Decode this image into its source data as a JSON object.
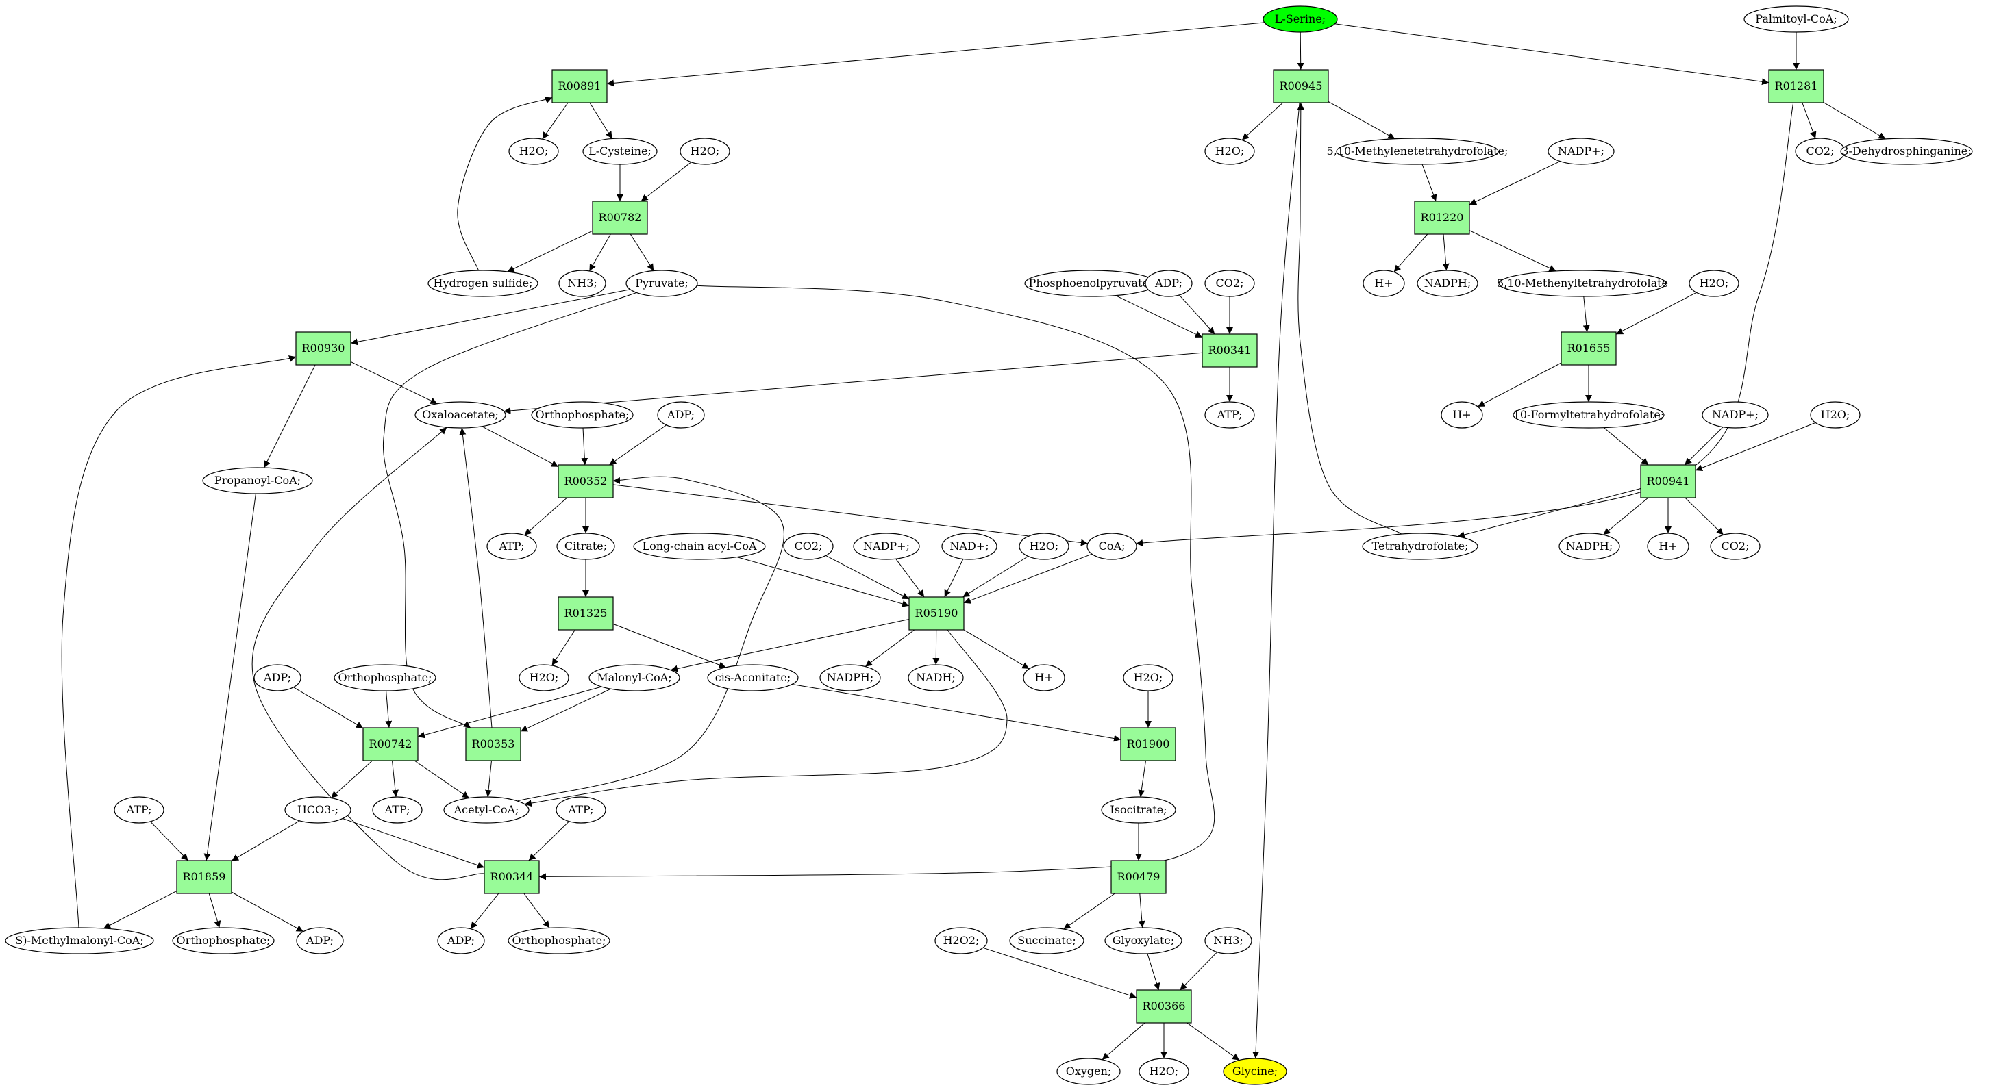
{
  "colors": {
    "reaction_fill": "#98fb98",
    "metabolite_fill": "#ffffff",
    "source_fill": "#00ff00",
    "target_fill": "#ffff00",
    "edge": "#000000"
  },
  "nodes": [
    {
      "id": "lser",
      "kind": "metabolite",
      "label": "L-Serine;",
      "role": "source"
    },
    {
      "id": "pal",
      "kind": "metabolite",
      "label": "Palmitoyl-CoA;"
    },
    {
      "id": "r00891",
      "kind": "reaction",
      "label": "R00891"
    },
    {
      "id": "r00945",
      "kind": "reaction",
      "label": "R00945"
    },
    {
      "id": "r01281",
      "kind": "reaction",
      "label": "R01281"
    },
    {
      "id": "h2o_a",
      "kind": "metabolite",
      "label": "H2O;"
    },
    {
      "id": "lcys",
      "kind": "metabolite",
      "label": "L-Cysteine;"
    },
    {
      "id": "h2o_b",
      "kind": "metabolite",
      "label": "H2O;"
    },
    {
      "id": "h2o_c",
      "kind": "metabolite",
      "label": "H2O;"
    },
    {
      "id": "mthf",
      "kind": "metabolite",
      "label": "5,10-Methylenetetrahydrofolate;"
    },
    {
      "id": "nadp_a",
      "kind": "metabolite",
      "label": "NADP+;"
    },
    {
      "id": "co2_a",
      "kind": "metabolite",
      "label": "CO2;"
    },
    {
      "id": "dhs",
      "kind": "metabolite",
      "label": "3-Dehydrosphinganine;"
    },
    {
      "id": "r00782",
      "kind": "reaction",
      "label": "R00782"
    },
    {
      "id": "r01220",
      "kind": "reaction",
      "label": "R01220"
    },
    {
      "id": "hs",
      "kind": "metabolite",
      "label": "Hydrogen sulfide;"
    },
    {
      "id": "nh3_a",
      "kind": "metabolite",
      "label": "NH3;"
    },
    {
      "id": "pyr",
      "kind": "metabolite",
      "label": "Pyruvate;"
    },
    {
      "id": "pep",
      "kind": "metabolite",
      "label": "Phosphoenolpyruvate;"
    },
    {
      "id": "adp_a",
      "kind": "metabolite",
      "label": "ADP;"
    },
    {
      "id": "co2_b",
      "kind": "metabolite",
      "label": "CO2;"
    },
    {
      "id": "hp_a",
      "kind": "metabolite",
      "label": "H+"
    },
    {
      "id": "nadph_a",
      "kind": "metabolite",
      "label": "NADPH;"
    },
    {
      "id": "methf",
      "kind": "metabolite",
      "label": "5,10-Methenyltetrahydrofolate"
    },
    {
      "id": "h2o_d",
      "kind": "metabolite",
      "label": "H2O;"
    },
    {
      "id": "r00930",
      "kind": "reaction",
      "label": "R00930"
    },
    {
      "id": "r00341",
      "kind": "reaction",
      "label": "R00341"
    },
    {
      "id": "r01655",
      "kind": "reaction",
      "label": "R01655"
    },
    {
      "id": "oaa",
      "kind": "metabolite",
      "label": "Oxaloacetate;"
    },
    {
      "id": "pi_a",
      "kind": "metabolite",
      "label": "Orthophosphate;"
    },
    {
      "id": "adp_b",
      "kind": "metabolite",
      "label": "ADP;"
    },
    {
      "id": "atp_a",
      "kind": "metabolite",
      "label": "ATP;"
    },
    {
      "id": "hp_b",
      "kind": "metabolite",
      "label": "H+"
    },
    {
      "id": "fthf",
      "kind": "metabolite",
      "label": "10-Formyltetrahydrofolate;"
    },
    {
      "id": "nadp_b",
      "kind": "metabolite",
      "label": "NADP+;"
    },
    {
      "id": "h2o_e",
      "kind": "metabolite",
      "label": "H2O;"
    },
    {
      "id": "propcoa",
      "kind": "metabolite",
      "label": "Propanoyl-CoA;"
    },
    {
      "id": "r00352",
      "kind": "reaction",
      "label": "R00352"
    },
    {
      "id": "r00941",
      "kind": "reaction",
      "label": "R00941"
    },
    {
      "id": "atp_b",
      "kind": "metabolite",
      "label": "ATP;"
    },
    {
      "id": "cit",
      "kind": "metabolite",
      "label": "Citrate;"
    },
    {
      "id": "lcacoa",
      "kind": "metabolite",
      "label": "Long-chain acyl-CoA"
    },
    {
      "id": "co2_c",
      "kind": "metabolite",
      "label": "CO2;"
    },
    {
      "id": "nadp_c",
      "kind": "metabolite",
      "label": "NADP+;"
    },
    {
      "id": "nad",
      "kind": "metabolite",
      "label": "NAD+;"
    },
    {
      "id": "h2o_f",
      "kind": "metabolite",
      "label": "H2O;"
    },
    {
      "id": "coa",
      "kind": "metabolite",
      "label": "CoA;"
    },
    {
      "id": "thf",
      "kind": "metabolite",
      "label": "Tetrahydrofolate;"
    },
    {
      "id": "nadph_b",
      "kind": "metabolite",
      "label": "NADPH;"
    },
    {
      "id": "hp_c",
      "kind": "metabolite",
      "label": "H+"
    },
    {
      "id": "co2_d",
      "kind": "metabolite",
      "label": "CO2;"
    },
    {
      "id": "r01325",
      "kind": "reaction",
      "label": "R01325"
    },
    {
      "id": "r05190",
      "kind": "reaction",
      "label": "R05190"
    },
    {
      "id": "adp_c",
      "kind": "metabolite",
      "label": "ADP;"
    },
    {
      "id": "pi_b",
      "kind": "metabolite",
      "label": "Orthophosphate;"
    },
    {
      "id": "h2o_g",
      "kind": "metabolite",
      "label": "H2O;"
    },
    {
      "id": "malcoa",
      "kind": "metabolite",
      "label": "Malonyl-CoA;"
    },
    {
      "id": "cisaco",
      "kind": "metabolite",
      "label": "cis-Aconitate;"
    },
    {
      "id": "nadph_c",
      "kind": "metabolite",
      "label": "NADPH;"
    },
    {
      "id": "nadh",
      "kind": "metabolite",
      "label": "NADH;"
    },
    {
      "id": "hp_d",
      "kind": "metabolite",
      "label": "H+"
    },
    {
      "id": "h2o_h",
      "kind": "metabolite",
      "label": "H2O;"
    },
    {
      "id": "r00742",
      "kind": "reaction",
      "label": "R00742"
    },
    {
      "id": "r00353",
      "kind": "reaction",
      "label": "R00353"
    },
    {
      "id": "r01900",
      "kind": "reaction",
      "label": "R01900"
    },
    {
      "id": "atp_c",
      "kind": "metabolite",
      "label": "ATP;"
    },
    {
      "id": "hco3",
      "kind": "metabolite",
      "label": "HCO3-;"
    },
    {
      "id": "atp_d",
      "kind": "metabolite",
      "label": "ATP;"
    },
    {
      "id": "accoa",
      "kind": "metabolite",
      "label": "Acetyl-CoA;"
    },
    {
      "id": "atp_e",
      "kind": "metabolite",
      "label": "ATP;"
    },
    {
      "id": "isocit",
      "kind": "metabolite",
      "label": "Isocitrate;"
    },
    {
      "id": "r01859",
      "kind": "reaction",
      "label": "R01859"
    },
    {
      "id": "r00344",
      "kind": "reaction",
      "label": "R00344"
    },
    {
      "id": "r00479",
      "kind": "reaction",
      "label": "R00479"
    },
    {
      "id": "smmcoa",
      "kind": "metabolite",
      "label": "S)-Methylmalonyl-CoA;"
    },
    {
      "id": "pi_c",
      "kind": "metabolite",
      "label": "Orthophosphate;"
    },
    {
      "id": "adp_d",
      "kind": "metabolite",
      "label": "ADP;"
    },
    {
      "id": "adp_e",
      "kind": "metabolite",
      "label": "ADP;"
    },
    {
      "id": "pi_d",
      "kind": "metabolite",
      "label": "Orthophosphate;"
    },
    {
      "id": "h2o2",
      "kind": "metabolite",
      "label": "H2O2;"
    },
    {
      "id": "succ",
      "kind": "metabolite",
      "label": "Succinate;"
    },
    {
      "id": "glyox",
      "kind": "metabolite",
      "label": "Glyoxylate;"
    },
    {
      "id": "nh3_b",
      "kind": "metabolite",
      "label": "NH3;"
    },
    {
      "id": "r00366",
      "kind": "reaction",
      "label": "R00366"
    },
    {
      "id": "oxy",
      "kind": "metabolite",
      "label": "Oxygen;"
    },
    {
      "id": "h2o_i",
      "kind": "metabolite",
      "label": "H2O;"
    },
    {
      "id": "gly",
      "kind": "metabolite",
      "label": "Glycine;",
      "role": "target"
    }
  ],
  "edges": [
    [
      "lser",
      "r00891"
    ],
    [
      "lser",
      "r00945"
    ],
    [
      "lser",
      "r01281"
    ],
    [
      "pal",
      "r01281"
    ],
    [
      "r00891",
      "h2o_a"
    ],
    [
      "r00891",
      "lcys"
    ],
    [
      "r00945",
      "h2o_c"
    ],
    [
      "r00945",
      "mthf"
    ],
    [
      "r00945",
      "gly"
    ],
    [
      "r01281",
      "co2_a"
    ],
    [
      "r01281",
      "dhs"
    ],
    [
      "r01281",
      "coa"
    ],
    [
      "lcys",
      "r00782"
    ],
    [
      "h2o_b",
      "r00782"
    ],
    [
      "r00782",
      "hs"
    ],
    [
      "r00782",
      "nh3_a"
    ],
    [
      "r00782",
      "pyr"
    ],
    [
      "hs",
      "r00891"
    ],
    [
      "mthf",
      "r01220"
    ],
    [
      "nadp_a",
      "r01220"
    ],
    [
      "r01220",
      "hp_a"
    ],
    [
      "r01220",
      "nadph_a"
    ],
    [
      "r01220",
      "methf"
    ],
    [
      "pyr",
      "r00930"
    ],
    [
      "pyr",
      "r00353"
    ],
    [
      "pyr",
      "r00344"
    ],
    [
      "pep",
      "r00341"
    ],
    [
      "adp_a",
      "r00341"
    ],
    [
      "co2_b",
      "r00341"
    ],
    [
      "r00341",
      "oaa"
    ],
    [
      "r00341",
      "atp_a"
    ],
    [
      "methf",
      "r01655"
    ],
    [
      "h2o_d",
      "r01655"
    ],
    [
      "r01655",
      "hp_b"
    ],
    [
      "r01655",
      "fthf"
    ],
    [
      "r00930",
      "oaa"
    ],
    [
      "r00930",
      "propcoa"
    ],
    [
      "oaa",
      "r00352"
    ],
    [
      "pi_a",
      "r00352"
    ],
    [
      "adp_b",
      "r00352"
    ],
    [
      "r00352",
      "atp_b"
    ],
    [
      "r00352",
      "cit"
    ],
    [
      "r00352",
      "coa"
    ],
    [
      "fthf",
      "r00941"
    ],
    [
      "nadp_b",
      "r00941"
    ],
    [
      "h2o_e",
      "r00941"
    ],
    [
      "r00941",
      "thf"
    ],
    [
      "r00941",
      "nadph_b"
    ],
    [
      "r00941",
      "hp_c"
    ],
    [
      "r00941",
      "co2_d"
    ],
    [
      "thf",
      "r00945"
    ],
    [
      "cit",
      "r01325"
    ],
    [
      "r01325",
      "h2o_g"
    ],
    [
      "r01325",
      "cisaco"
    ],
    [
      "lcacoa",
      "r05190"
    ],
    [
      "co2_c",
      "r05190"
    ],
    [
      "nadp_c",
      "r05190"
    ],
    [
      "nad",
      "r05190"
    ],
    [
      "h2o_f",
      "r05190"
    ],
    [
      "coa",
      "r05190"
    ],
    [
      "r05190",
      "malcoa"
    ],
    [
      "r05190",
      "nadph_c"
    ],
    [
      "r05190",
      "nadh"
    ],
    [
      "r05190",
      "hp_d"
    ],
    [
      "r05190",
      "accoa"
    ],
    [
      "accoa",
      "r00352"
    ],
    [
      "propcoa",
      "r01859"
    ],
    [
      "adp_c",
      "r00742"
    ],
    [
      "pi_b",
      "r00742"
    ],
    [
      "malcoa",
      "r00742"
    ],
    [
      "malcoa",
      "r00353"
    ],
    [
      "r00742",
      "hco3"
    ],
    [
      "r00742",
      "atp_d"
    ],
    [
      "r00742",
      "accoa"
    ],
    [
      "r00353",
      "oaa"
    ],
    [
      "r00353",
      "accoa"
    ],
    [
      "cisaco",
      "r01900"
    ],
    [
      "h2o_h",
      "r01900"
    ],
    [
      "r01900",
      "isocit"
    ],
    [
      "atp_c",
      "r01859"
    ],
    [
      "hco3",
      "r01859"
    ],
    [
      "hco3",
      "r00344"
    ],
    [
      "atp_e",
      "r00344"
    ],
    [
      "r01859",
      "smmcoa"
    ],
    [
      "r01859",
      "pi_c"
    ],
    [
      "r01859",
      "adp_d"
    ],
    [
      "smmcoa",
      "r00930"
    ],
    [
      "r00344",
      "oaa"
    ],
    [
      "r00344",
      "adp_e"
    ],
    [
      "r00344",
      "pi_d"
    ],
    [
      "isocit",
      "r00479"
    ],
    [
      "r00479",
      "succ"
    ],
    [
      "r00479",
      "glyox"
    ],
    [
      "glyox",
      "r00366"
    ],
    [
      "h2o2",
      "r00366"
    ],
    [
      "nh3_b",
      "r00366"
    ],
    [
      "r00366",
      "oxy"
    ],
    [
      "r00366",
      "h2o_i"
    ],
    [
      "r00366",
      "gly"
    ]
  ]
}
